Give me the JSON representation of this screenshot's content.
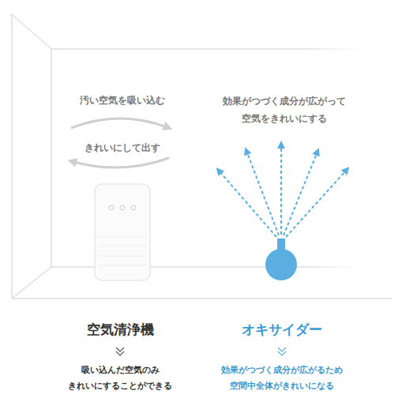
{
  "diagram": {
    "labels": [
      "汚い空気を吸い込む",
      "効果がつづく成分が広がって 空気をきれいにする",
      "きれいにして出す",
      "空気清浄機",
      "オキサイダー",
      "吸い込んだ空気のみ きれいにすることができる",
      "効果がつづく成分が広がるため 空間中全体がきれいになる"
    ]
  }
}
